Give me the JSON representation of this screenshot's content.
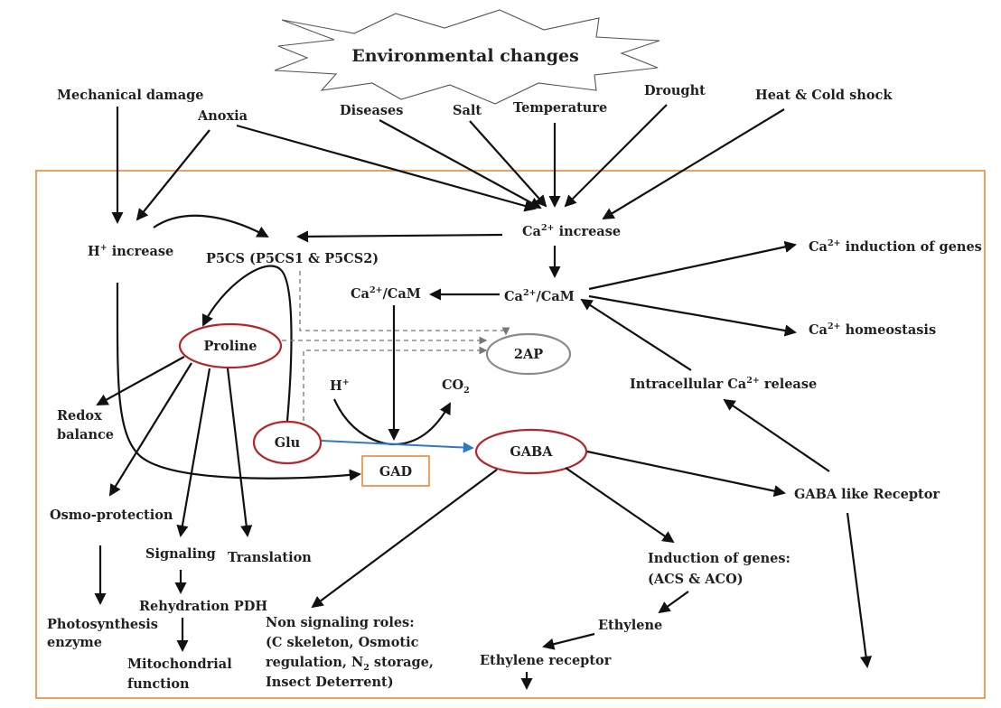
{
  "title": "Environmental changes",
  "stressors": {
    "mechanical": "Mechanical damage",
    "anoxia": "Anoxia",
    "diseases": "Diseases",
    "salt": "Salt",
    "temperature": "Temperature",
    "drought": "Drought",
    "heat_cold": "Heat & Cold shock"
  },
  "nodes": {
    "h_increase": {
      "sup": "+",
      "pre": "H",
      "post": " increase"
    },
    "ca_increase": {
      "pre": "Ca",
      "sup": "2+",
      "post": " increase"
    },
    "p5cs": "P5CS (P5CS1 & P5CS2)",
    "cacam_right": {
      "pre": "Ca",
      "sup": "2+",
      "post": "/CaM"
    },
    "cacam_left": {
      "pre": "Ca",
      "sup": "2+",
      "post": "/CaM"
    },
    "ca_genes": {
      "pre": "Ca",
      "sup": "2+",
      "post": " induction of genes"
    },
    "ca_homeo": {
      "pre": "Ca",
      "sup": "2+",
      "post": " homeostasis"
    },
    "intra_ca": {
      "pre": "Intracellular Ca",
      "sup": "2+",
      "post": " release"
    },
    "proline": "Proline",
    "twoap": "2AP",
    "h_plus": {
      "pre": "H",
      "sup": "+"
    },
    "co2": {
      "pre": "CO",
      "sub": "2"
    },
    "redox_1": "Redox",
    "redox_2": "balance",
    "glu": "Glu",
    "gad": "GAD",
    "gaba": "GABA",
    "gaba_receptor": "GABA like Receptor",
    "osmo": "Osmo-protection",
    "signaling": "Signaling",
    "translation": "Translation",
    "rehydration": "Rehydration PDH",
    "photo_1": "Photosynthesis",
    "photo_2": "enzyme",
    "mito_1": "Mitochondrial",
    "mito_2": "function",
    "nonsig_1": "Non signaling roles:",
    "nonsig_2": "(C skeleton, Osmotic",
    "nonsig_3a": "regulation, N",
    "nonsig_3sub": "2",
    "nonsig_3b": " storage,",
    "nonsig_4": "Insect Deterrent)",
    "induction_1": "Induction of genes:",
    "induction_2": "(ACS & ACO)",
    "ethylene": "Ethylene",
    "ethylene_receptor": "Ethylene receptor"
  },
  "colors": {
    "frame": "#e8893b",
    "ellipse_red": "#b5242a",
    "ellipse_gray": "#8a8a8a",
    "blue_arrow": "#2f78c4",
    "dashed": "#777777"
  }
}
